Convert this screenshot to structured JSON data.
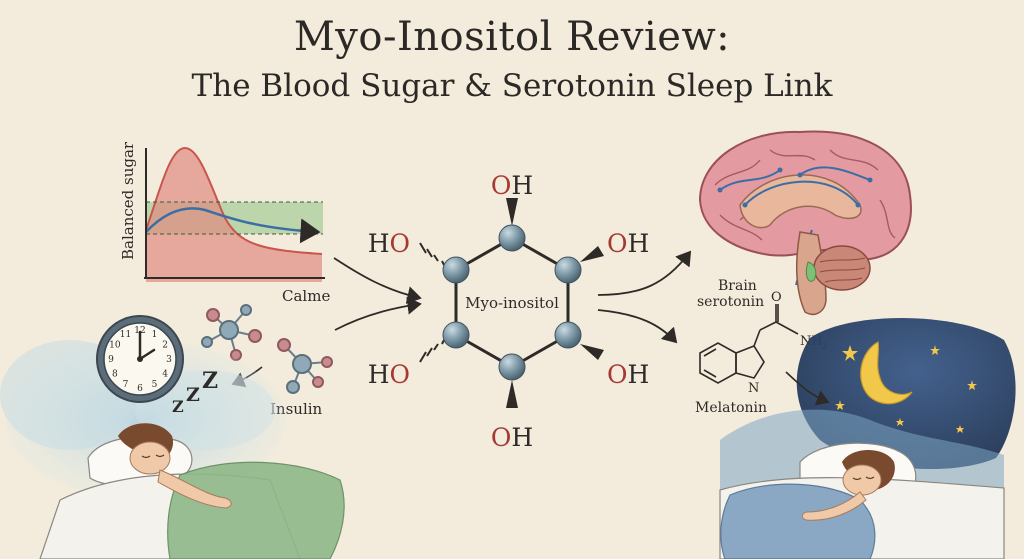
{
  "title": {
    "line1": "Myo-Inositol Review:",
    "line2": "The Blood Sugar & Serotonin Sleep Link"
  },
  "graph": {
    "ylabel": "Balanced sugar"
  },
  "labels": {
    "calme": "Calme",
    "insulin": "Insulin",
    "center": "Myo-inositol",
    "brain": "Brain",
    "serotonin": "serotonin",
    "melatonin": "Melatonin",
    "nh2": "NH",
    "nh2_sub": "2",
    "n": "N",
    "o": "O"
  },
  "hydroxyls": {
    "top": "OH",
    "upper_left": "HO",
    "upper_right": "OH",
    "lower_left": "HO",
    "lower_right": "OH",
    "bottom": "OH"
  },
  "sleep": {
    "z1": "Z",
    "z2": "Z",
    "z3": "Z"
  },
  "clock": {
    "numerals": [
      "12",
      "1",
      "2",
      "3",
      "4",
      "5",
      "6",
      "7",
      "8",
      "9",
      "10",
      "11"
    ]
  },
  "colors": {
    "background": "#f3ecdc",
    "oxygen": "#a63a33",
    "atom": "#7d98a6",
    "spike": "#d9756b",
    "balanced_band": "#9cc48c",
    "curve": "#3a6ea5",
    "night": "#2d4468",
    "moon": "#f2c84b"
  }
}
